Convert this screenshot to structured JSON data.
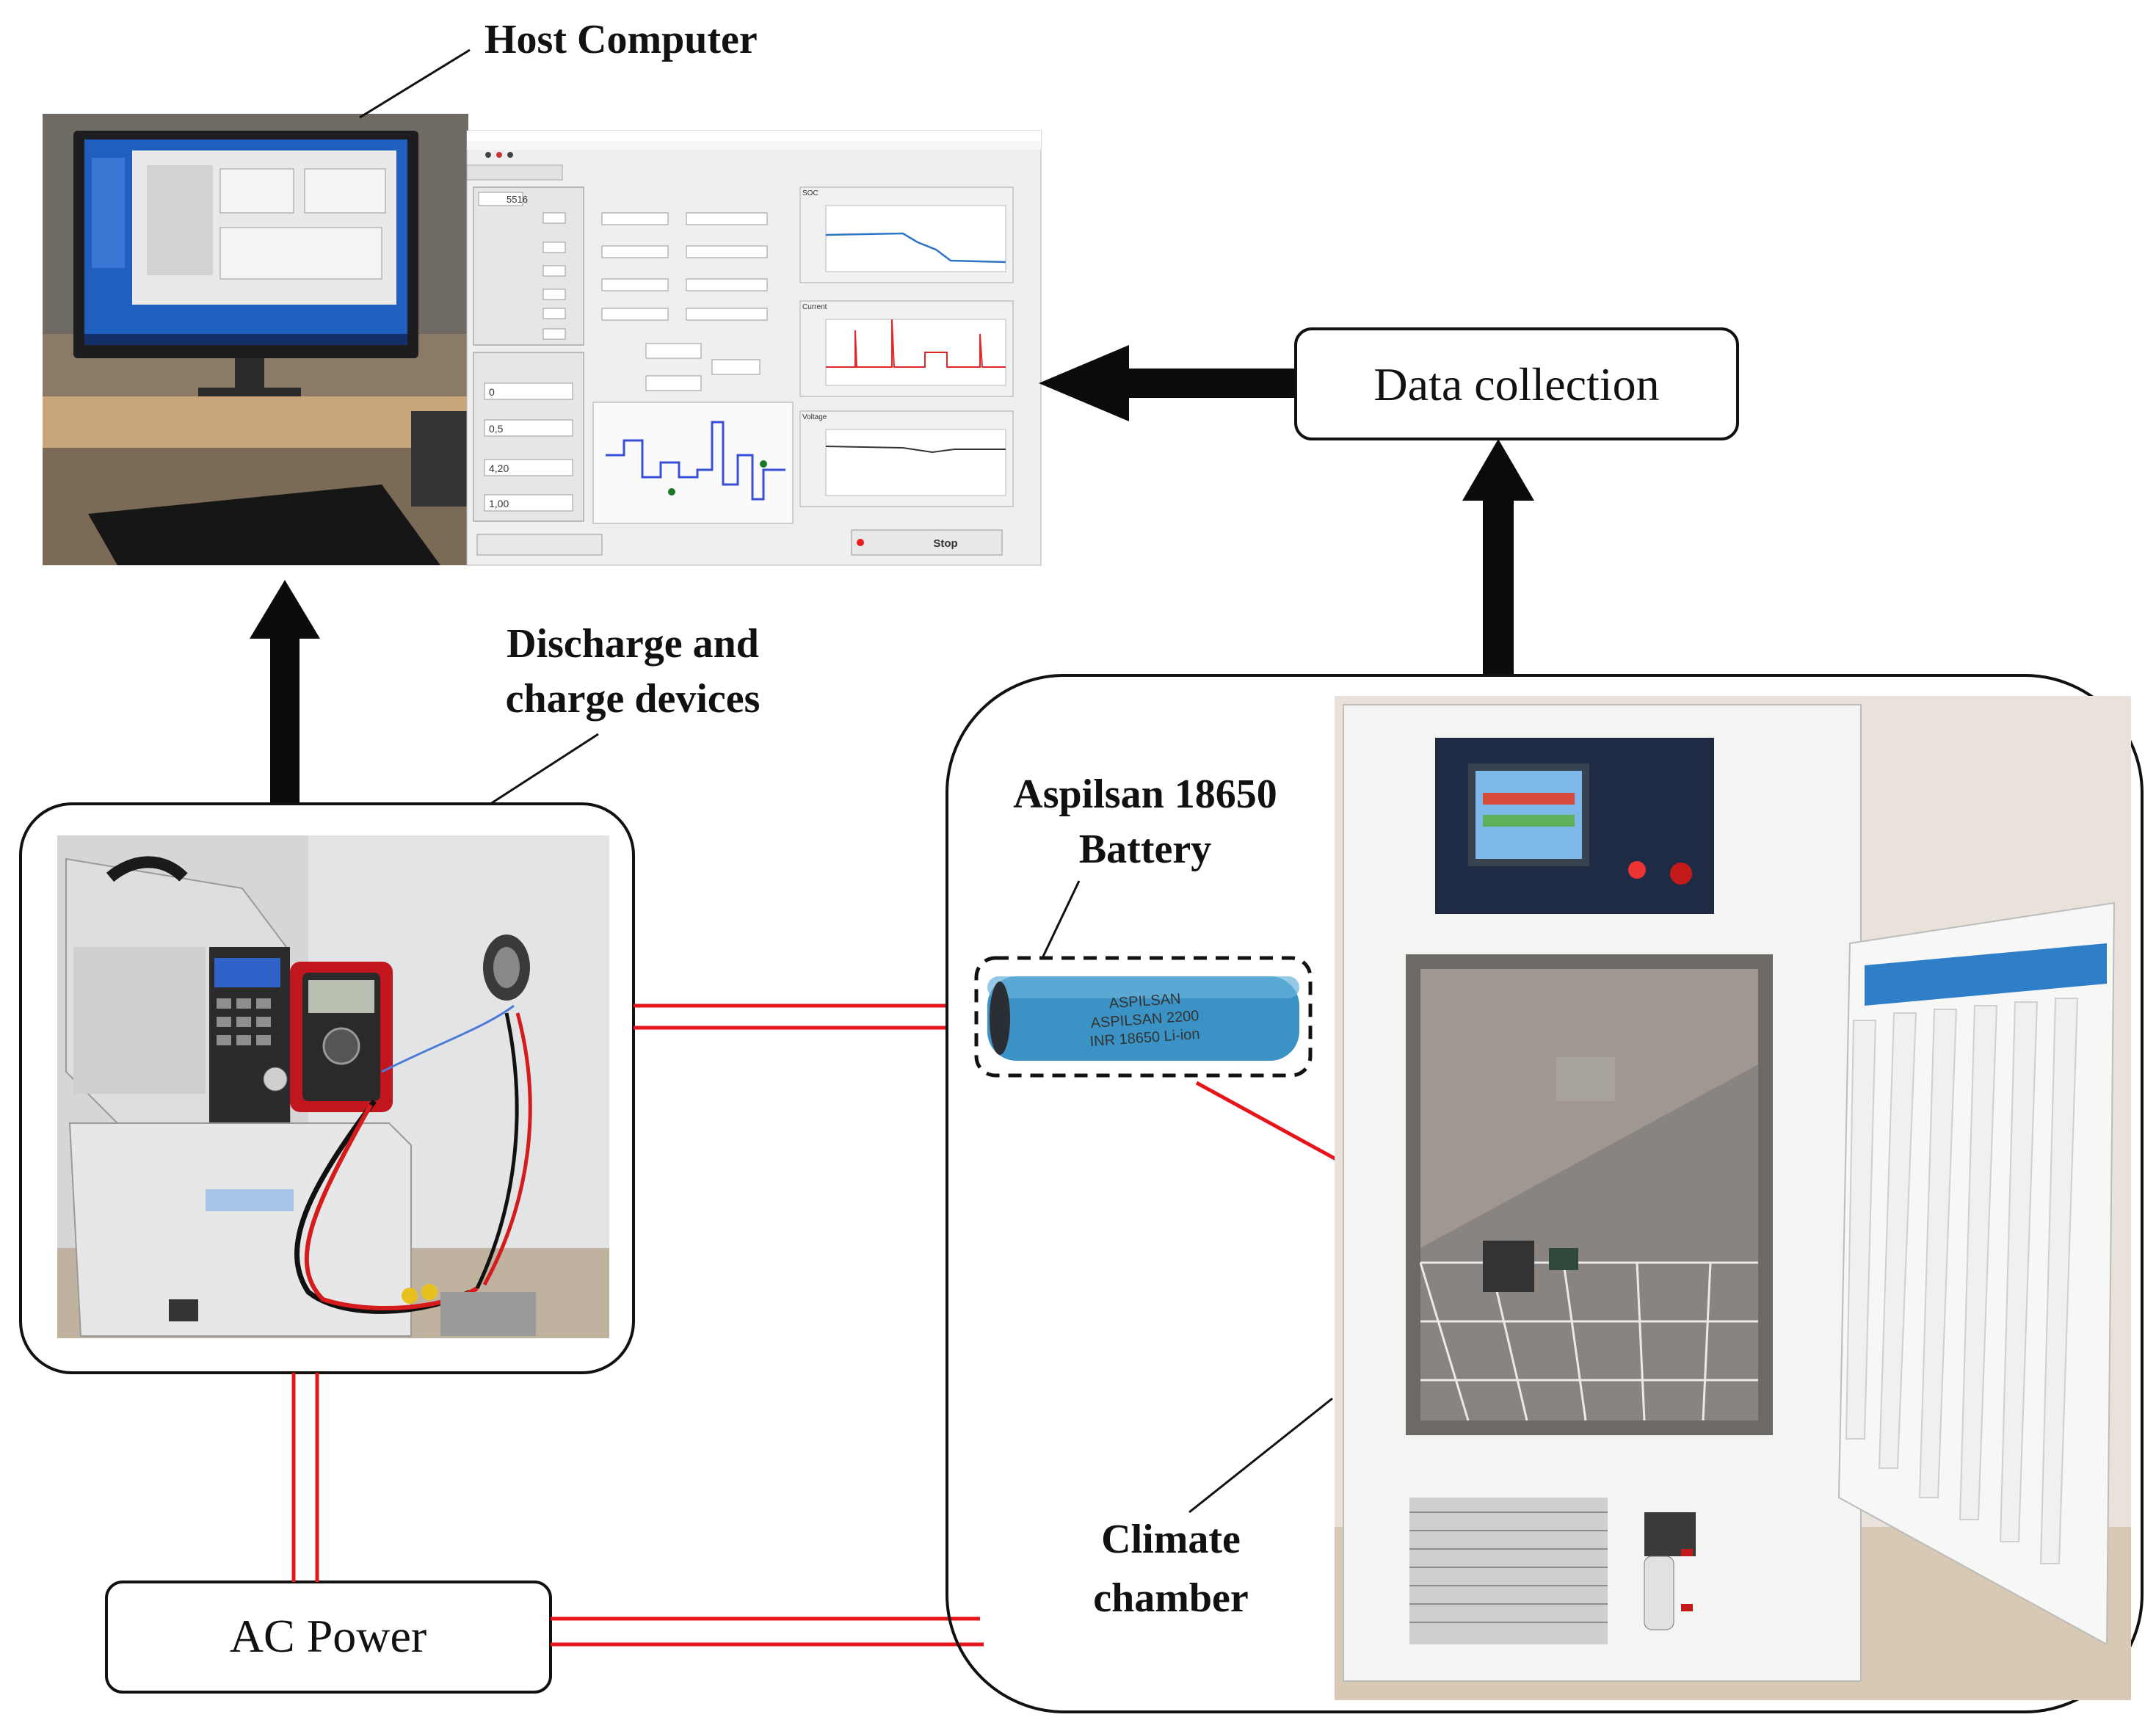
{
  "labels": {
    "host_computer": "Host Computer",
    "discharge_line1": "Discharge and",
    "discharge_line2": "charge devices",
    "data_collection": "Data collection",
    "ac_power": "AC Power",
    "battery_line1": "Aspilsan 18650",
    "battery_line2": "Battery",
    "climate_line1": "Climate",
    "climate_line2": "chamber"
  },
  "software": {
    "stop_label": "Stop",
    "time_value": "5516",
    "current_value": "0",
    "period_value": "0,5",
    "voltage_value": "4,20",
    "charge_value": "1,00",
    "panel_titles": [
      "SOC",
      "Current",
      "Voltage"
    ]
  },
  "battery_print": [
    "ASPILSAN",
    "ASPILSAN 2200",
    "INR 18650 Li-ion"
  ],
  "colors": {
    "arrow": "#0b0b0b",
    "wire": "#e8141c",
    "box_border": "#111111",
    "battery": "#3a93c4"
  }
}
